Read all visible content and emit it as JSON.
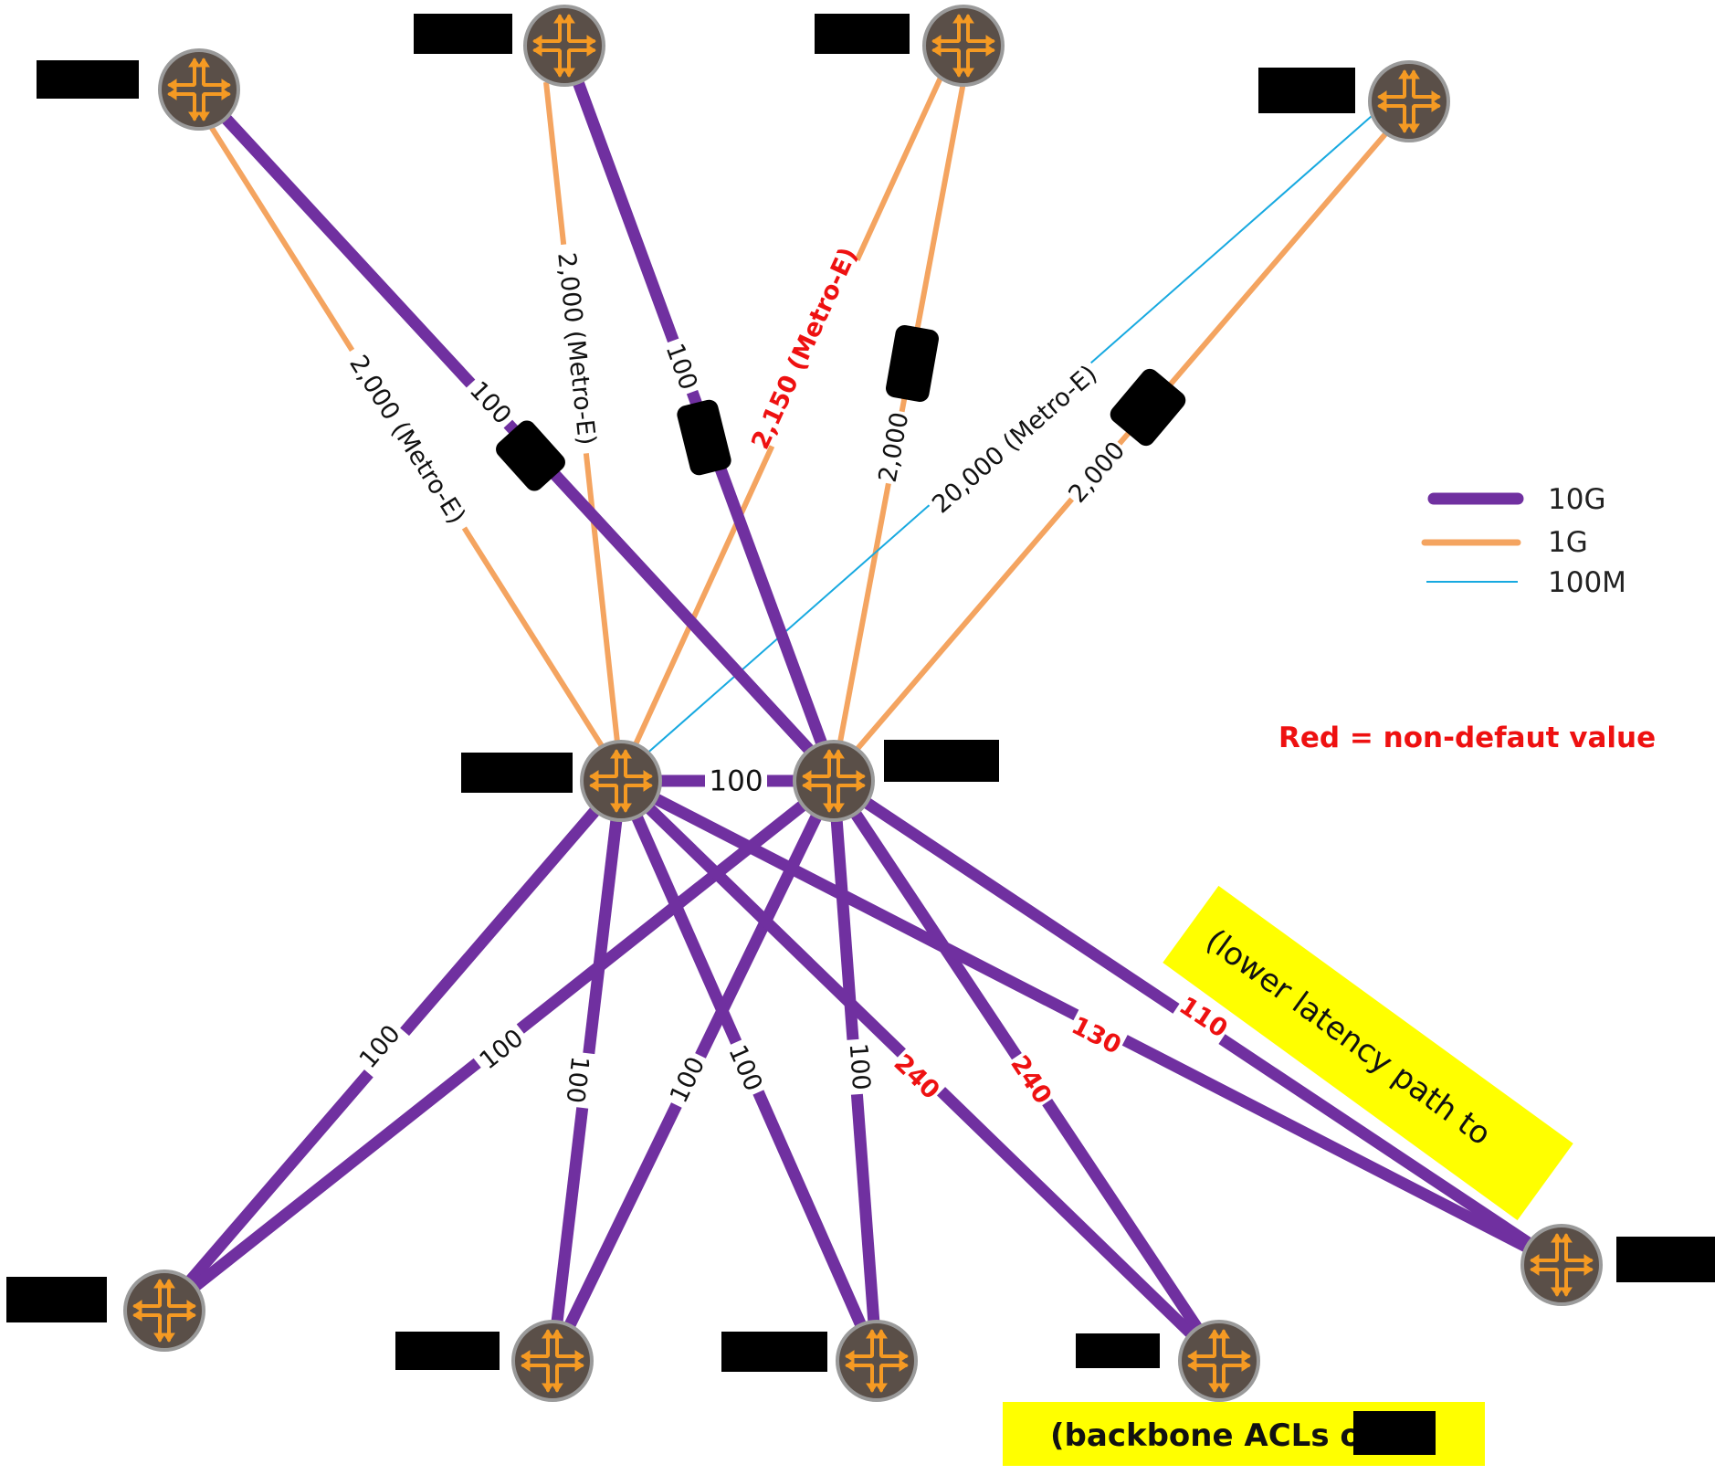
{
  "legend": {
    "items": [
      {
        "label": "10G",
        "color": "#7030a0"
      },
      {
        "label": "1G",
        "color": "#f4a460"
      },
      {
        "label": "100M",
        "color": "#17a9e0"
      }
    ]
  },
  "note": "Red = non-defaut value",
  "annotations": {
    "lower_latency": "(lower latency path to",
    "backbone_acls": "(backbone ACLs on"
  },
  "colors": {
    "link_10g": "#7030a0",
    "link_1g": "#f4a460",
    "link_100m": "#17a9e0",
    "router_body": "#5a4f48",
    "router_arrows": "#f59a23",
    "highlight": "#ffff00",
    "non_default": "#ee1111",
    "redaction": "#000000"
  },
  "router_icon": "router-icon",
  "link_labels": {
    "top_left_orange": "2,000 (Metro-E)",
    "top_left_purple": "100",
    "top2_orange": "2,000 (Metro-E)",
    "top2_purple": "100",
    "top3_orange_left": "2,150 (Metro-E)",
    "top3_orange_right": "2,000",
    "top4_blue": "20,000 (Metro-E)",
    "top4_orange": "2,000",
    "core": "100",
    "bl_a": "100",
    "bl_b": "100",
    "b2_a": "100",
    "b2_b": "100",
    "b3_a": "100",
    "b3_b": "100",
    "b4_a": "240",
    "b4_b": "240",
    "br_a": "130",
    "br_b": "110"
  }
}
